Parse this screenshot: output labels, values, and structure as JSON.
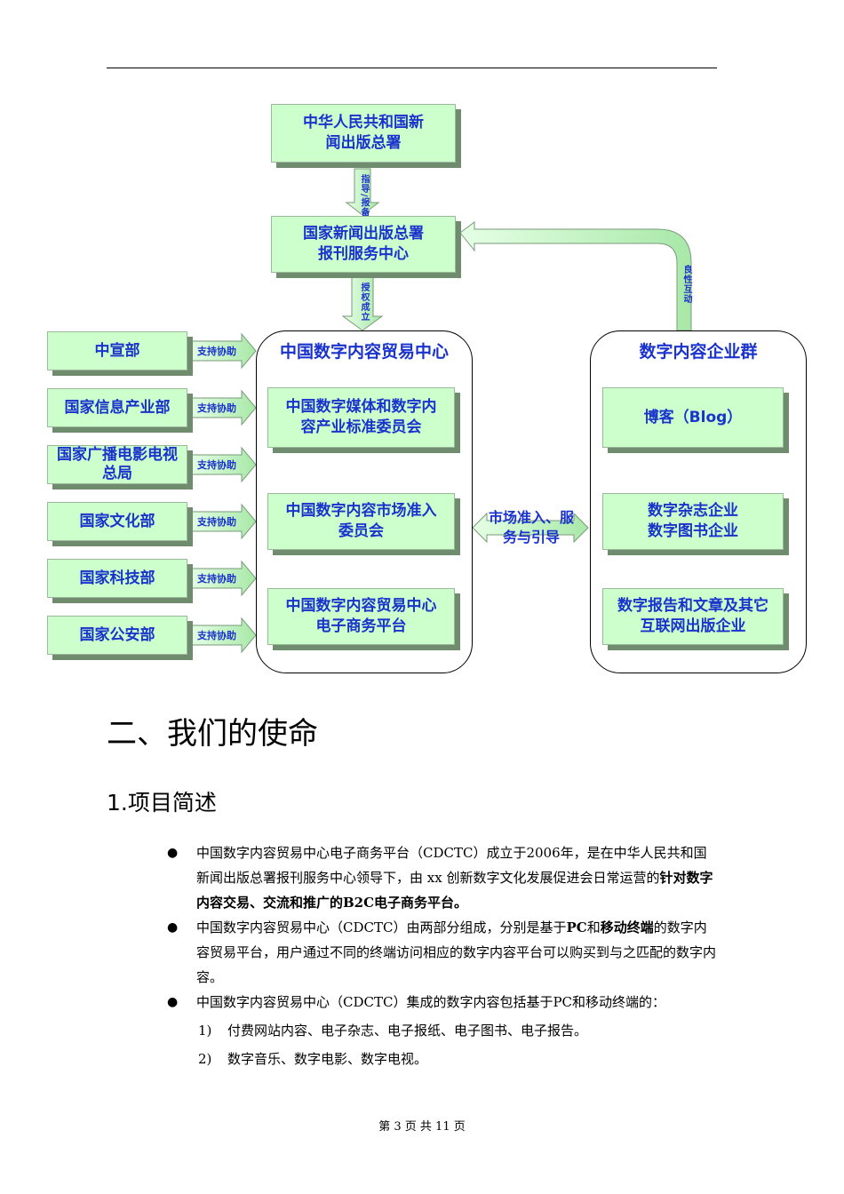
{
  "diagram": {
    "gapp": [
      "中华人民共和国新",
      "闻出版总署"
    ],
    "gapp_arrow": "指导/报备",
    "center": [
      "国家新闻出版总署",
      "报刊服务中心"
    ],
    "center_arrow": "授权成立",
    "feedback_arrow": "良性互动",
    "left_boxes": [
      {
        "label": [
          "中宣部"
        ],
        "arrow": "支持协助"
      },
      {
        "label": [
          "国家信息产业部"
        ],
        "arrow": "支持协助"
      },
      {
        "label": [
          "国家广播电影电视",
          "总局"
        ],
        "arrow": "支持协助"
      },
      {
        "label": [
          "国家文化部"
        ],
        "arrow": "支持协助"
      },
      {
        "label": [
          "国家科技部"
        ],
        "arrow": "支持协助"
      },
      {
        "label": [
          "国家公安部"
        ],
        "arrow": "支持协助"
      }
    ],
    "cdctc_title": "中国数字内容贸易中心",
    "cdctc_boxes": [
      [
        "中国数字媒体和数字内",
        "容产业标准委员会"
      ],
      [
        "中国数字内容市场准入",
        "委员会"
      ],
      [
        "中国数字内容贸易中心",
        "电子商务平台"
      ]
    ],
    "middle_arrow": [
      "市场准入、服",
      "务与引导"
    ],
    "enterprise_title": "数字内容企业群",
    "enterprise_boxes": [
      [
        "博客（Blog）"
      ],
      [
        "数字杂志企业",
        "数字图书企业"
      ],
      [
        "数字报告和文章及其它",
        "互联网出版企业"
      ]
    ],
    "colors": {
      "box_fill": "#ccffcc",
      "text": "#1a33cc",
      "arrow": "#b6f0b6"
    }
  },
  "section_title": "二、我们的使命",
  "subsection_title": "1.项目简述",
  "bullets": [
    {
      "parts": [
        {
          "t": "中国数字内容贸易中心电子商务平台（CDCTC）成立于2006年，是在中华人民共和国新闻出版总署报刊服务中心领导下，由 xx 创新数字文化发展促进会日常运营的",
          "b": false
        },
        {
          "t": "针对数字内容交易、交流和推广的B2C电子商务平台。",
          "b": true
        }
      ]
    },
    {
      "parts": [
        {
          "t": "中国数字内容贸易中心（CDCTC）由两部分组成，分别是基于",
          "b": false
        },
        {
          "t": "PC",
          "b": true
        },
        {
          "t": "和",
          "b": false
        },
        {
          "t": "移动终端",
          "b": true
        },
        {
          "t": "的数字内容贸易平台，用户通过不同的终端访问相应的数字内容平台可以购买到与之匹配的数字内容。",
          "b": false
        }
      ]
    },
    {
      "parts": [
        {
          "t": "中国数字内容贸易中心（CDCTC）集成的数字内容包括基于PC和移动终端的：",
          "b": false
        }
      ]
    }
  ],
  "numbered": [
    {
      "n": "1)",
      "t": "付费网站内容、电子杂志、电子报纸、电子图书、电子报告。"
    },
    {
      "n": "2)",
      "t": "数字音乐、数字电影、数字电视。"
    }
  ],
  "bullet_symbol": "●",
  "footer": "第 3 页 共 11 页"
}
